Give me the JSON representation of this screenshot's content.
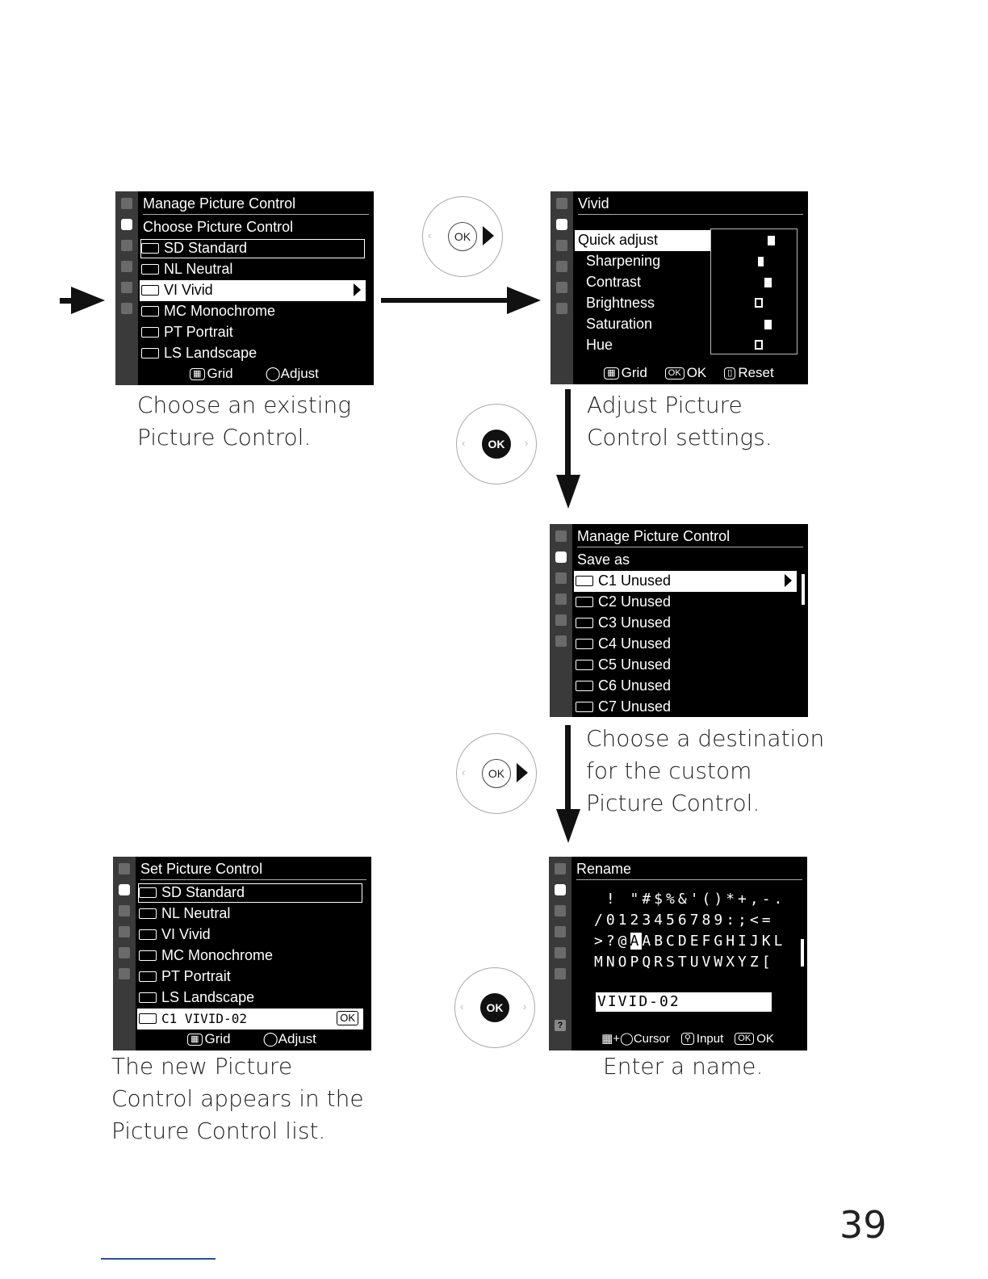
{
  "screen1": {
    "title": "Manage Picture Control",
    "subtitle": "Choose Picture Control",
    "items": [
      "SD Standard",
      "NL Neutral",
      "VI Vivid",
      "MC Monochrome",
      "PT Portrait",
      "LS Landscape"
    ],
    "footer": {
      "grid": "Grid",
      "adjust": "Adjust"
    }
  },
  "screen2": {
    "title": "Vivid",
    "settings": [
      "Quick adjust",
      "Sharpening",
      "Contrast",
      "Brightness",
      "Saturation",
      "Hue"
    ],
    "footer": {
      "grid": "Grid",
      "ok_key": "OK",
      "ok": "OK",
      "reset": "Reset"
    }
  },
  "screen3": {
    "title": "Manage Picture Control",
    "subtitle": "Save as",
    "items": [
      "C1 Unused",
      "C2 Unused",
      "C3 Unused",
      "C4 Unused",
      "C5 Unused",
      "C6 Unused",
      "C7 Unused"
    ]
  },
  "screen4": {
    "title": "Rename",
    "keyboard": [
      " ! \"#$%&'()*+,-.",
      "/0123456789:;<=",
      ">?@",
      "ABCDEFGHIJKL",
      "MNOPQRSTUVWXYZ["
    ],
    "cursor_char": "A",
    "name_value": "VIVID-02",
    "help_glyph": "?",
    "footer": {
      "cursor": "Cursor",
      "input": "Input",
      "ok_key": "OK",
      "ok": "OK"
    }
  },
  "screen5": {
    "title": "Set Picture Control",
    "items": [
      "SD Standard",
      "NL Neutral",
      "VI Vivid",
      "MC Monochrome",
      "PT Portrait",
      "LS Landscape",
      "C1 VIVID-02"
    ],
    "ok_badge": "OK",
    "footer": {
      "grid": "Grid",
      "adjust": "Adjust"
    }
  },
  "selector_label": "OK",
  "captions": {
    "choose_existing": [
      "Choose an existing",
      "Picture Control."
    ],
    "adjust": [
      "Adjust Picture",
      "Control settings."
    ],
    "destination": [
      "Choose a destination",
      "for the custom",
      "Picture Control."
    ],
    "enter_name": "Enter a name.",
    "new_appears": [
      "The new Picture",
      "Control appears in the",
      "Picture Control list."
    ]
  },
  "page_number": "39"
}
